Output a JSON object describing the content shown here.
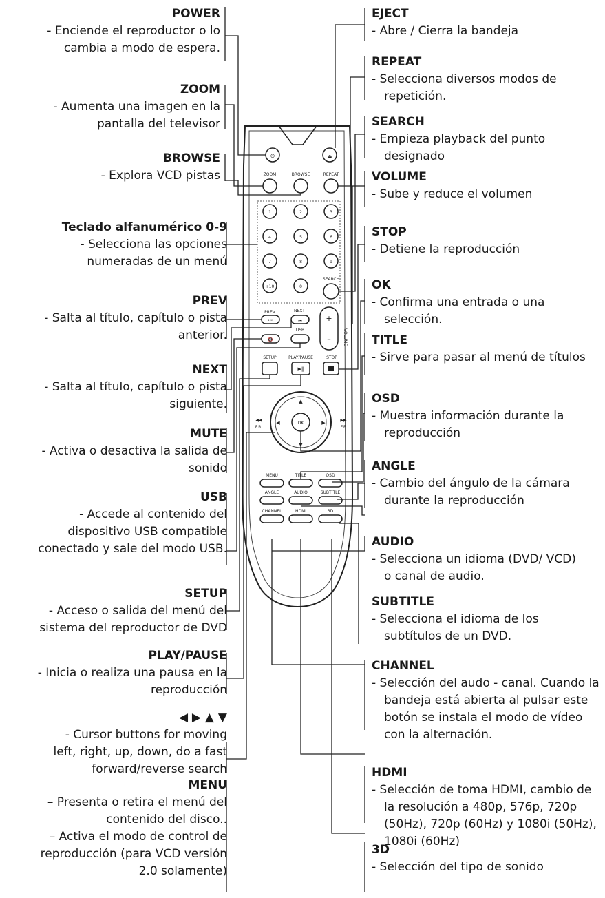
{
  "left": [
    {
      "id": "power",
      "title": "POWER",
      "desc": [
        "- Enciende el reproductor o lo",
        "cambia a modo de espera."
      ]
    },
    {
      "id": "zoom",
      "title": "ZOOM",
      "desc": [
        "- Aumenta una imagen en la",
        "pantalla del televisor"
      ]
    },
    {
      "id": "browse",
      "title": "BROWSE",
      "desc": [
        "- Explora VCD pistas"
      ]
    },
    {
      "id": "keypad",
      "title": "Teclado alfanumérico 0-9",
      "desc": [
        "- Selecciona las opciones",
        "numeradas de un menú"
      ]
    },
    {
      "id": "prev",
      "title": "PREV",
      "desc": [
        "- Salta al título, capítulo o pista",
        "anterior."
      ]
    },
    {
      "id": "next",
      "title": "NEXT",
      "desc": [
        "- Salta al título, capítulo o pista",
        "siguiente."
      ]
    },
    {
      "id": "mute",
      "title": "MUTE",
      "desc": [
        "- Activa o desactiva la salida de",
        "sonido"
      ]
    },
    {
      "id": "usb",
      "title": "USB",
      "desc": [
        "- Accede al contenido del",
        "dispositivo USB compatible",
        "conectado y sale del modo USB."
      ]
    },
    {
      "id": "setup",
      "title": "SETUP",
      "desc": [
        "- Acceso o salida del menú del",
        "sistema del reproductor de DVD"
      ]
    },
    {
      "id": "playpause",
      "title": "PLAY/PAUSE",
      "desc": [
        "- Inicia o realiza una pausa en la",
        "reproducción"
      ]
    },
    {
      "id": "cursor",
      "title": "◀ ▶ ▲ ▼",
      "desc": [
        "- Cursor buttons for moving",
        "left, right, up, down, do a fast",
        "forward/reverse search"
      ]
    },
    {
      "id": "menu",
      "title": "MENU",
      "desc": [
        "– Presenta o retira el menú del",
        "contenido del disco..",
        "– Activa el modo de control de",
        "reproducción (para VCD versión",
        "2.0 solamente)"
      ]
    }
  ],
  "right": [
    {
      "id": "eject",
      "title": "EJECT",
      "desc": [
        "- Abre / Cierra la bandeja"
      ]
    },
    {
      "id": "repeat",
      "title": "REPEAT",
      "desc": [
        "- Selecciona diversos modos de repetición."
      ]
    },
    {
      "id": "search",
      "title": "SEARCH",
      "desc": [
        "- Empieza playback del punto designado"
      ]
    },
    {
      "id": "volume",
      "title": "VOLUME",
      "desc": [
        "- Sube y reduce el volumen"
      ]
    },
    {
      "id": "stop",
      "title": "STOP",
      "desc": [
        "- Detiene la reproducción"
      ]
    },
    {
      "id": "ok",
      "title": "OK",
      "desc": [
        "- Confirma una entrada o una selección."
      ]
    },
    {
      "id": "title",
      "title": "TITLE",
      "desc": [
        "- Sirve para pasar al menú de títulos"
      ]
    },
    {
      "id": "osd",
      "title": "OSD",
      "desc": [
        "- Muestra información durante la reproducción"
      ]
    },
    {
      "id": "angle",
      "title": "ANGLE",
      "desc": [
        "- Cambio del ángulo de la cámara durante la reproducción"
      ]
    },
    {
      "id": "audio",
      "title": "AUDIO",
      "desc": [
        "- Selecciona un idioma (DVD/ VCD) o canal de audio."
      ]
    },
    {
      "id": "subtitle",
      "title": "SUBTITLE",
      "desc": [
        "- Selecciona el idioma de los subtítulos de un DVD."
      ]
    },
    {
      "id": "channel",
      "title": "CHANNEL",
      "desc": [
        "- Selección del audo - canal. Cuando la bandeja está abierta al pulsar este botón se instala el modo de vídeo con la alternación."
      ]
    },
    {
      "id": "hdmi",
      "title": "HDMI",
      "desc": [
        "- Selección de toma HDMI, cambio de la resolución a 480p, 576p, 720p (50Hz), 720p (60Hz) y 1080i (50Hz), 1080i (60Hz)"
      ]
    },
    {
      "id": "3d",
      "title": "3D",
      "desc": [
        "- Selección del tipo de sonido"
      ]
    }
  ],
  "remote": {
    "zoom": "ZOOM",
    "browse": "BROWSE",
    "repeat": "REPEAT",
    "digits": [
      "1",
      "2",
      "3",
      "4",
      "5",
      "6",
      "7",
      "8",
      "9",
      "+10",
      "0"
    ],
    "search": "SEARCH",
    "prev": "PREV",
    "next": "NEXT",
    "usb": "USB",
    "volume": "VOLUME",
    "setup": "SETUP",
    "playpause": "PLAY/PAUSE",
    "stop": "STOP",
    "ok": "OK",
    "fr": "F.R.",
    "ff": "F.F.",
    "menu": "MENU",
    "title": "TITLE",
    "osd": "OSD",
    "angle": "ANGLE",
    "audio": "AUDIO",
    "subtitle": "SUBTITLE",
    "channel": "CHANNEL",
    "hdmi": "HDMI",
    "three_d": "3D",
    "plus": "+",
    "minus": "–"
  }
}
